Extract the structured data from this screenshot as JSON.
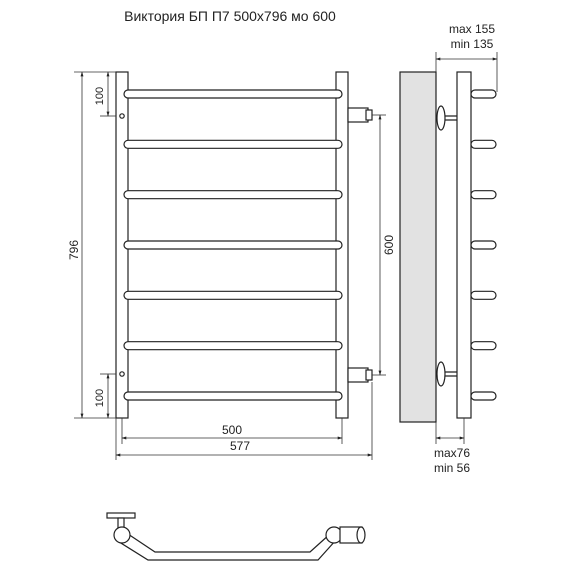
{
  "title": "Виктория БП П7 500x796 мо 600",
  "front_view": {
    "dim_height_total": "796",
    "dim_top_offset": "100",
    "dim_bottom_offset": "100",
    "dim_connection_center": "600",
    "dim_width_inner": "500",
    "dim_width_total": "577"
  },
  "side_view": {
    "dim_depth_top_max": "max 155",
    "dim_depth_top_min": "min 135",
    "dim_depth_bottom_max": "max76",
    "dim_depth_bottom_min": "min 56"
  },
  "rung_count": 7,
  "colors": {
    "stroke": "#222222",
    "panel": "#e2e2e2",
    "background": "#ffffff"
  }
}
